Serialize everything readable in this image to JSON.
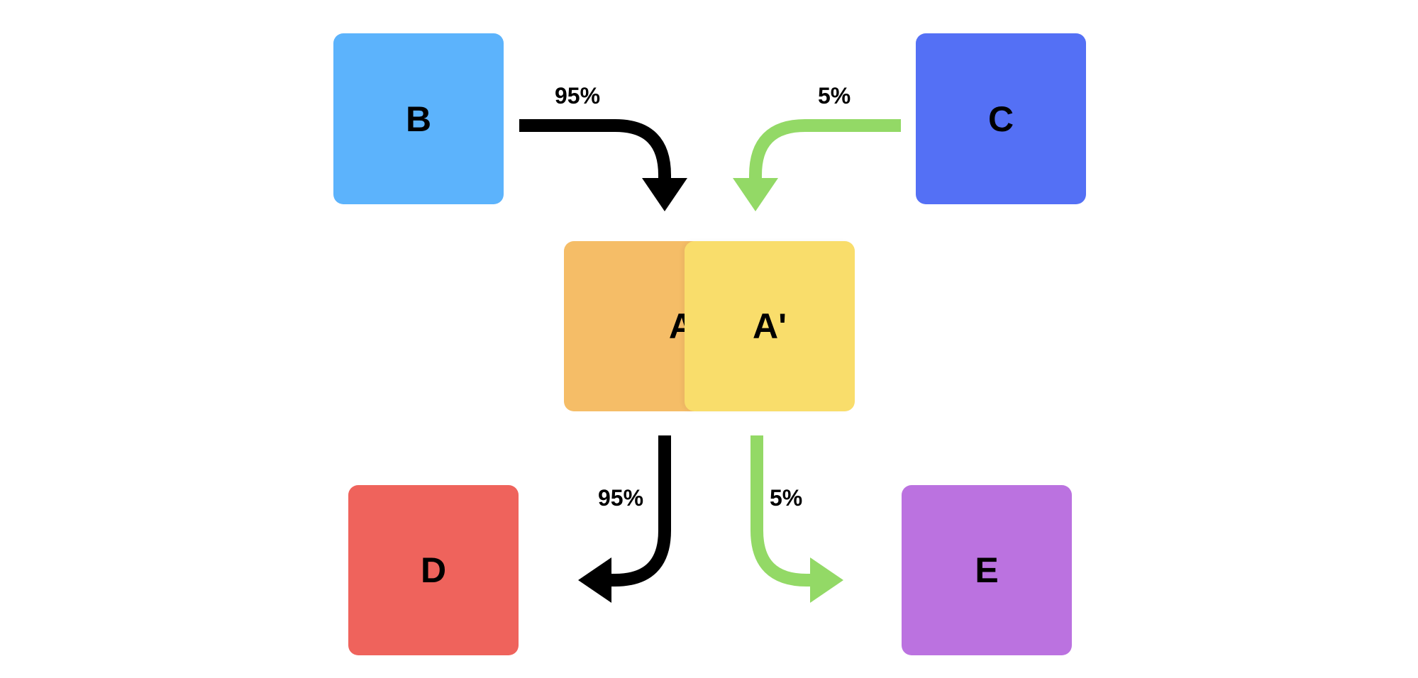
{
  "nodes": {
    "b": {
      "label": "B",
      "color": "#5cb3fc"
    },
    "c": {
      "label": "C",
      "color": "#5470f5"
    },
    "a": {
      "label": "A",
      "color": "#f5bd67"
    },
    "a_prime": {
      "label": "A'",
      "color": "#f9dd6b"
    },
    "d": {
      "label": "D",
      "color": "#ef635c"
    },
    "e": {
      "label": "E",
      "color": "#bb72e0"
    }
  },
  "edges": [
    {
      "from": "B",
      "to": "A",
      "label": "95%",
      "color": "#000000"
    },
    {
      "from": "C",
      "to": "A'",
      "label": "5%",
      "color": "#93d966"
    },
    {
      "from": "A",
      "to": "D",
      "label": "95%",
      "color": "#000000"
    },
    {
      "from": "A'",
      "to": "E",
      "label": "5%",
      "color": "#93d966"
    }
  ]
}
